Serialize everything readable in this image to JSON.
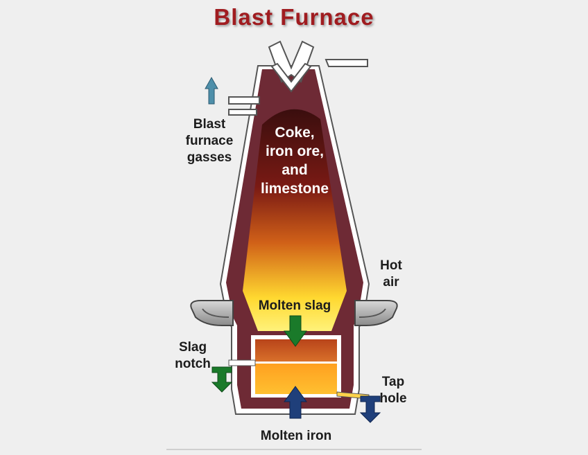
{
  "title": "Blast Furnace",
  "labels": {
    "charge": [
      "Coke,",
      "iron ore,",
      "and",
      "limestone"
    ],
    "gases": [
      "Blast",
      "furnace",
      "gasses"
    ],
    "hot_air": [
      "Hot",
      "air"
    ],
    "molten_slag": "Molten slag",
    "slag_notch": [
      "Slag",
      "notch"
    ],
    "tap_hole": [
      "Tap",
      "hole"
    ],
    "molten_iron": "Molten iron"
  },
  "colors": {
    "title": "#a01c20",
    "furnace_wall": "#6e2a35",
    "wall_outline": "#ffffff",
    "charge_top": "#3a0e0e",
    "charge_bottom": "#ffe840",
    "slag_layer": "#c8561c",
    "iron_layer": "#ffaa22",
    "arrow_gas": "#4e8faa",
    "arrow_green": "#1a7a2a",
    "arrow_blue": "#1f3f7a"
  },
  "icons": [
    "gas-exhaust-arrow-icon",
    "molten-slag-arrow-icon",
    "slag-notch-arrow-icon",
    "molten-iron-arrow-icon",
    "tap-hole-arrow-icon"
  ]
}
